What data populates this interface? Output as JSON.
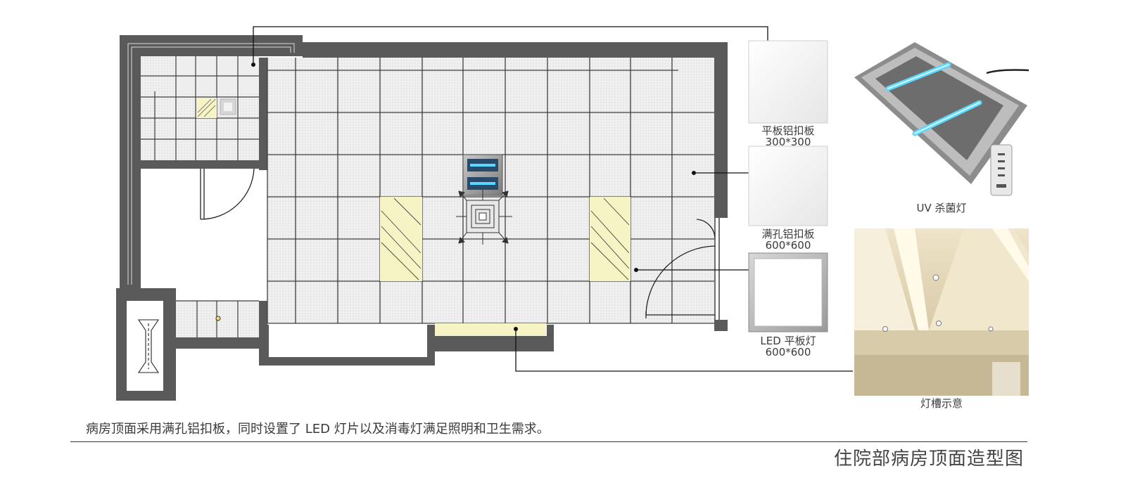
{
  "materials": [
    {
      "name": "平板铝扣板",
      "size": "300*300"
    },
    {
      "name": "满孔铝扣板",
      "size": "600*600"
    },
    {
      "name": "LED 平板灯",
      "size": "600*600"
    }
  ],
  "photos": {
    "uv_lamp_label": "UV 杀菌灯",
    "cove_light_label": "灯槽示意"
  },
  "description": "病房顶面采用满孔铝扣板，同时设置了 LED 灯片以及消毒灯满足照明和卫生需求。",
  "page_title": "住院部病房顶面造型图",
  "colors": {
    "wall": "#5a5a5a",
    "ceiling_tile": "#eeeeee",
    "highlight_panel": "#f6f3c4",
    "uv_light": "#5ad8ff",
    "leader_line": "#111111"
  }
}
